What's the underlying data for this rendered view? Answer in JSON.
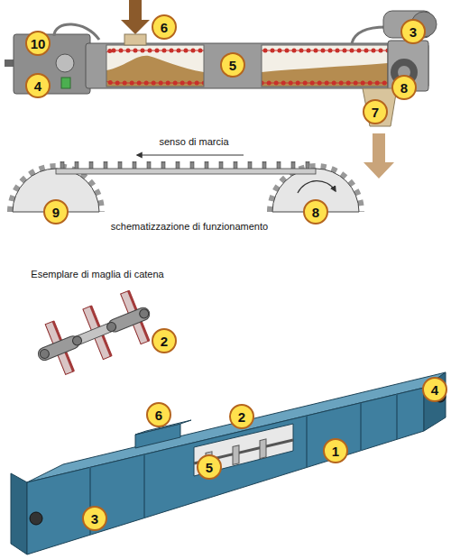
{
  "diagram": {
    "labels": [
      "10",
      "6",
      "3",
      "5",
      "4",
      "8",
      "7",
      "senso di marcia",
      "9",
      "8",
      "schematizzazione di funzionamento",
      "Esemplare di maglia di catena",
      "2",
      "4",
      "6",
      "2",
      "1",
      "5",
      "3"
    ]
  }
}
